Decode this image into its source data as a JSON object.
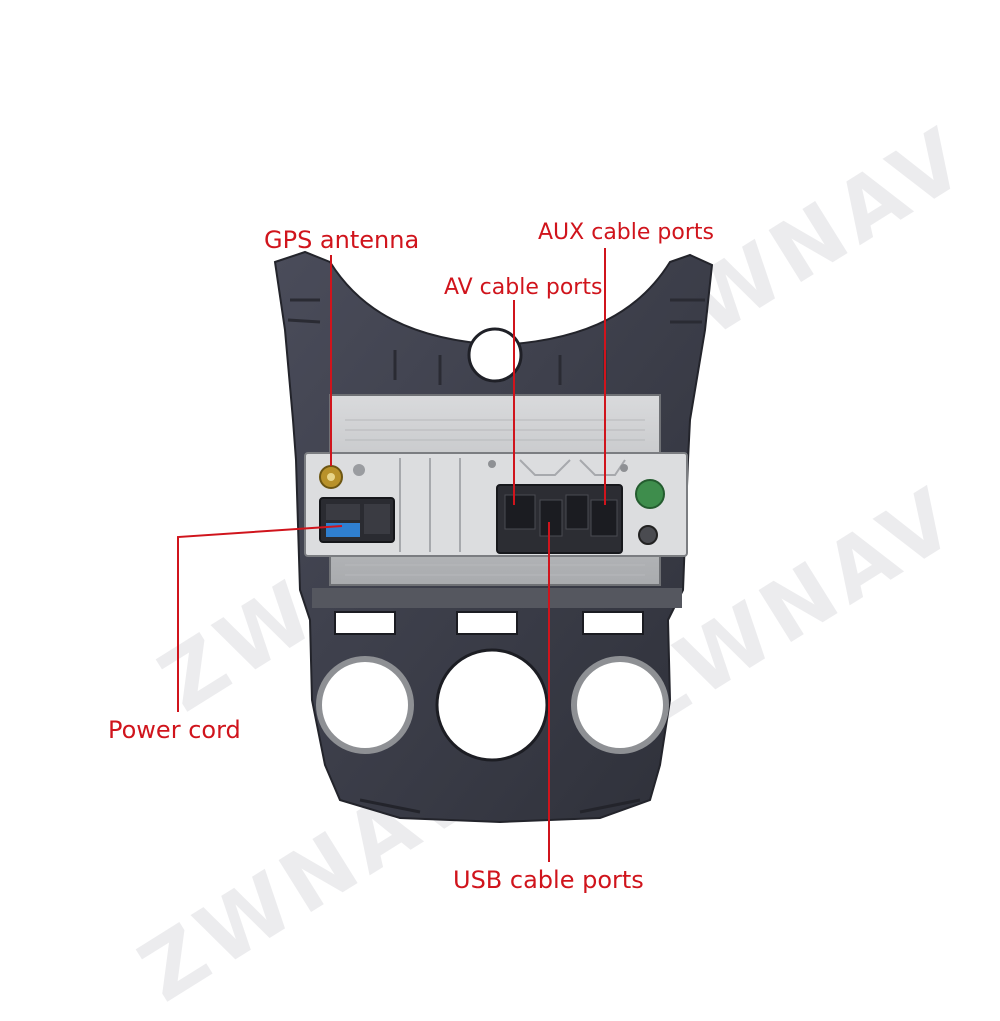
{
  "watermark": "ZWNAV",
  "colors": {
    "annotation": "#d0141c",
    "bezel": "#3b3d4a",
    "chassis": "#c9cacc"
  },
  "labels": {
    "gps_antenna": "GPS antenna",
    "aux_ports": "AUX cable ports",
    "av_ports": "AV cable ports",
    "power_cord": "Power cord",
    "usb_ports": "USB cable ports"
  }
}
